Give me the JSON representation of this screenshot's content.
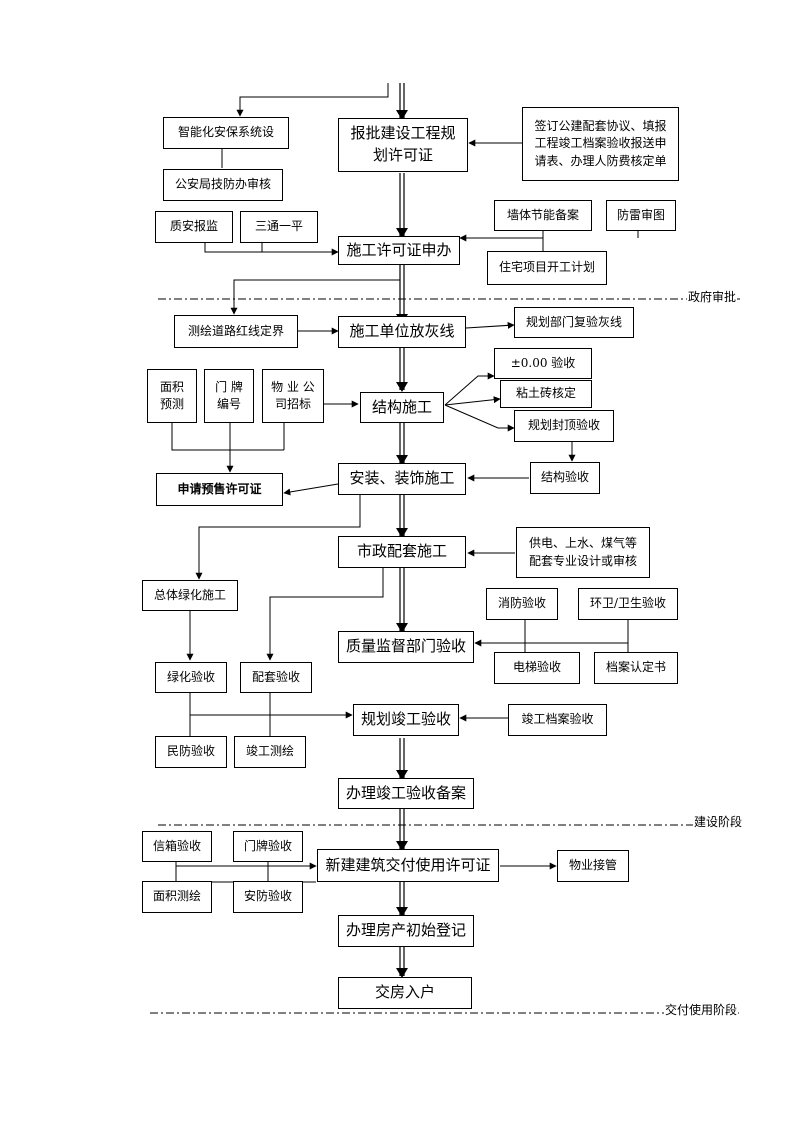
{
  "stages": {
    "government": "政府审批",
    "construction": "建设阶段",
    "delivery": "交付使用阶段"
  },
  "boxes": {
    "planning_permit": "报批建设工程规\n划许可证",
    "smart_security": "智能化安保系统设",
    "police_review": "公安局技防办审核",
    "sign_agreements": "签订公建配套协议、填报\n工程竣工档案验收报送申\n请表、办理人防费核定单",
    "quality_report": "质安报监",
    "three_links": "三通一平",
    "wall_energy": "墙体节能备案",
    "lightning_review": "防雷审图",
    "construction_permit": "施工许可证申办",
    "housing_plan": "住宅项目开工计划",
    "road_survey": "测绘道路红线定界",
    "layout_line": "施工单位放灰线",
    "planning_recheck": "规划部门复验灰线",
    "elevation_check": "±0.00 验收",
    "clay_brick": "粘土砖核定",
    "area_survey": "面积\n预测",
    "door_number": "门 牌\n编号",
    "property_bid": "物 业 公\n司招标",
    "structure_work": "结构施工",
    "roof_check": "规划封顶验收",
    "presale_permit": "申请预售许可证",
    "decoration_work": "安装、装饰施工",
    "structure_check": "结构验收",
    "municipal_work": "市政配套施工",
    "utilities_design": "供电、上水、煤气等\n配套专业设计或审核",
    "greening_work": "总体绿化施工",
    "fire_check": "消防验收",
    "sanitation_check": "环卫/卫生验收",
    "quality_supervision": "质量监督部门验收",
    "greening_check": "绿化验收",
    "facility_check": "配套验收",
    "elevator_check": "电梯验收",
    "archive_cert": "档案认定书",
    "planning_completion": "规划竣工验收",
    "archive_check": "竣工档案验收",
    "civil_defense_check": "民防验收",
    "completion_survey": "竣工测绘",
    "completion_record": "办理竣工验收备案",
    "mailbox_check": "信箱验收",
    "doorplate_check": "门牌验收",
    "use_permit": "新建建筑交付使用许可证",
    "property_takeover": "物业接管",
    "area_mapping": "面积测绘",
    "security_check": "安防验收",
    "initial_registration": "办理房产初始登记",
    "handover": "交房入户"
  }
}
